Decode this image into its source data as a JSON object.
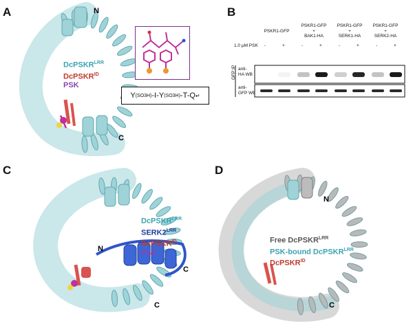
{
  "panels": {
    "A": {
      "letter": "A",
      "n_label": "N",
      "c_label": "C",
      "legend": [
        {
          "base": "DcPSKR",
          "sup": "LRR",
          "color": "#3aa3b0"
        },
        {
          "base": "DcPSKR",
          "sup": "ID",
          "color": "#c0392b"
        },
        {
          "base": "PSK",
          "sup": "",
          "color": "#8e44ad"
        }
      ],
      "sequence": {
        "p1": "Y",
        "s1": "(SO3H)",
        "p2": "-I-Y",
        "s2": "(SO3H)",
        "p3": "-T-Q",
        "mark": "↵"
      }
    },
    "B": {
      "letter": "B",
      "psk_label": "1.0 μM PSK",
      "side_label": "GFP IP",
      "groups": [
        {
          "line1": "PSKR1-GFP",
          "line2": "",
          "line3": ""
        },
        {
          "line1": "PSKR1-GFP",
          "line2": "+",
          "line3": "BAK1-HA"
        },
        {
          "line1": "PSKR1-GFP",
          "line2": "+",
          "line3": "SERK1-HA"
        },
        {
          "line1": "PSKR1-GFP",
          "line2": "+",
          "line3": "SERK2-HA"
        }
      ],
      "signs": [
        "-",
        "+",
        "-",
        "+",
        "-",
        "+",
        "-",
        "+"
      ],
      "rows": [
        {
          "line1": "anti-",
          "line2": "HA WB"
        },
        {
          "line1": "anti-",
          "line2": "GFP WB"
        }
      ],
      "ha_intensity": [
        0.0,
        0.05,
        0.25,
        0.95,
        0.2,
        0.9,
        0.25,
        0.95
      ]
    },
    "C": {
      "letter": "C",
      "n_label": "N",
      "c_label": "C",
      "c_label_2": "C",
      "legend": [
        {
          "base": "DcPSKR",
          "sup": "LRR",
          "color": "#3aa3b0"
        },
        {
          "base": "SERK2",
          "sup": "LRR",
          "color": "#1f3d99"
        },
        {
          "base": "DcPSKR",
          "sup": "ID",
          "color": "#c0392b"
        },
        {
          "base": "PSK",
          "sup": "",
          "color": "#8e44ad"
        }
      ]
    },
    "D": {
      "letter": "D",
      "n_label": "N",
      "c_label": "C",
      "legend": [
        {
          "base": "Free DcPSKR",
          "sup": "LRR",
          "color": "#555555"
        },
        {
          "base": "PSK-bound DcPSKR",
          "sup": "LRR",
          "color": "#3aa3b0"
        },
        {
          "base": "DcPSKR",
          "sup": "ID",
          "color": "#c0392b"
        }
      ]
    }
  },
  "colors": {
    "lrr_teal": "#9fd3d8",
    "lrr_teal_dark": "#5fa9b1",
    "serk_blue": "#2f55c9",
    "id_red": "#d9534f",
    "psk_magenta": "#c0309a",
    "free_gray": "#9a9a9a"
  }
}
